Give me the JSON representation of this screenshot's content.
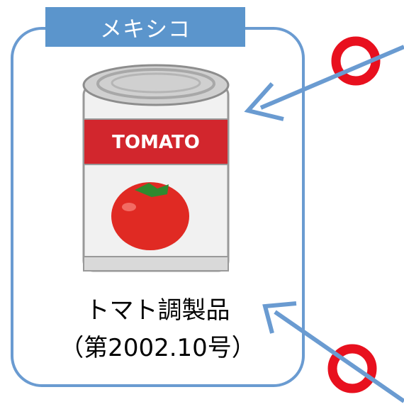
{
  "origin_label": "メキシコ",
  "can": {
    "label_text": "TOMATO"
  },
  "product": {
    "name": "トマト調製品",
    "code": "（第2002.10号）"
  },
  "colors": {
    "frame": "#6a9bd1",
    "tag": "#5b95cc",
    "mark": "#e8101e",
    "arrow": "#6a9bd1"
  }
}
